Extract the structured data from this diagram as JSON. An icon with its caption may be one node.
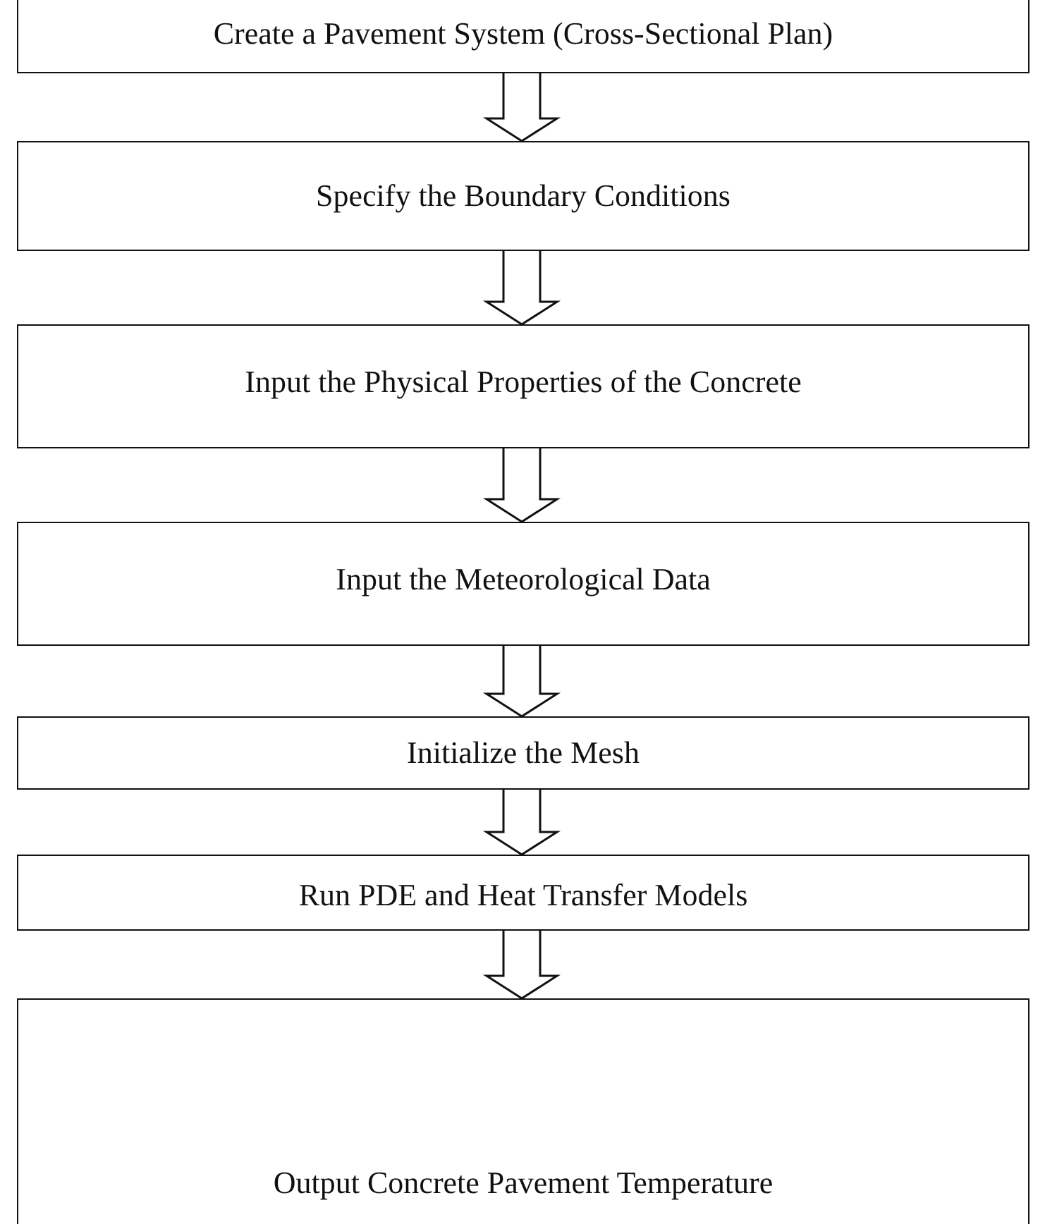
{
  "diagram": {
    "nodes": [
      {
        "text": [
          "Create a Pavement System (Cross-Sectional Plan)"
        ]
      },
      {
        "text": [
          "Specify the Boundary Conditions"
        ]
      },
      {
        "text": [
          "Input the Physical Properties of the Concrete"
        ]
      },
      {
        "text": [
          "Input the Meteorological Data"
        ]
      },
      {
        "text": [
          "Initialize the Mesh"
        ]
      },
      {
        "text": [
          "Run PDE and Heat Transfer Models"
        ]
      },
      {
        "text": [
          "Output Concrete Pavement Temperature"
        ]
      }
    ],
    "edges": [
      {
        "from": 0,
        "to": 1,
        "arrow": "to"
      },
      {
        "from": 1,
        "to": 2,
        "arrow": "to"
      },
      {
        "from": 2,
        "to": 3,
        "arrow": "to"
      },
      {
        "from": 3,
        "to": 4,
        "arrow": "to"
      },
      {
        "from": 4,
        "to": 5,
        "arrow": "to"
      },
      {
        "from": 5,
        "to": 6,
        "arrow": "to"
      }
    ]
  }
}
